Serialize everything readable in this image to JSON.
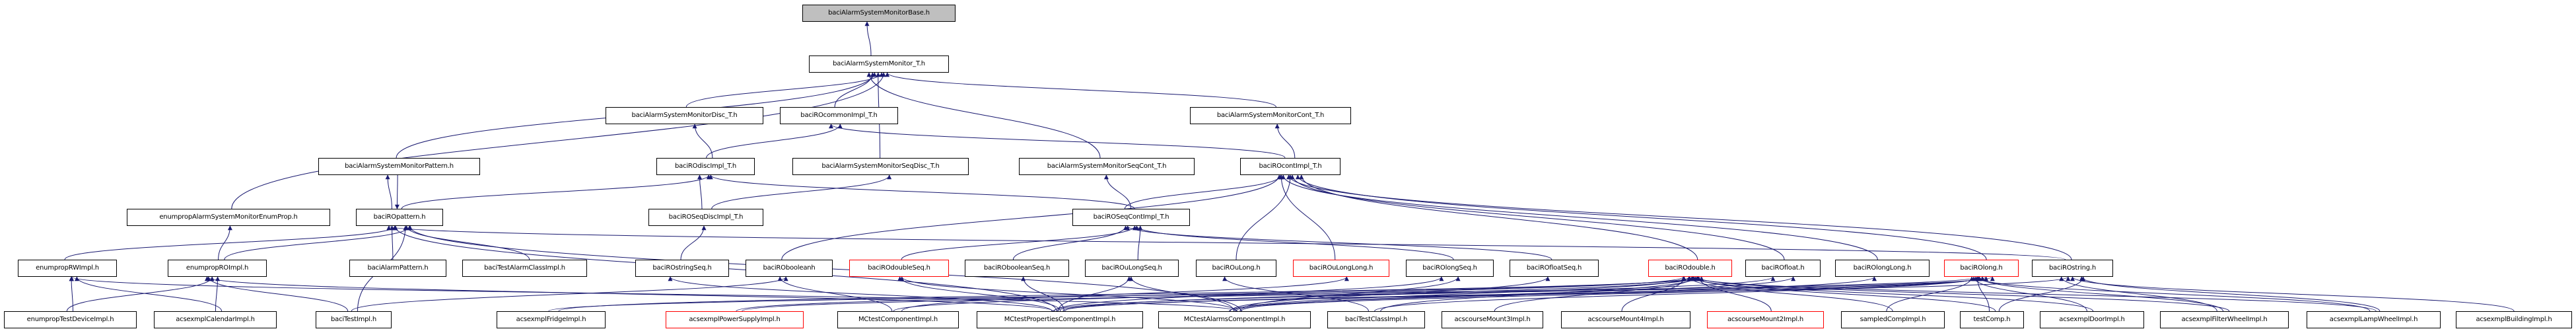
{
  "graph": {
    "title": "baciAlarmSystemMonitorBase.h",
    "colors": {
      "edge": "#191970",
      "node_border": "#000000",
      "root_fill": "#bfbfbf",
      "incomplete_border": "#ff0000"
    },
    "nodes": [
      {
        "id": "base",
        "label": "baciAlarmSystemMonitorBase.h",
        "root": true
      },
      {
        "id": "monT",
        "label": "baciAlarmSystemMonitor_T.h"
      },
      {
        "id": "monDisc",
        "label": "baciAlarmSystemMonitorDisc_T.h"
      },
      {
        "id": "roCommon",
        "label": "baciROcommonImpl_T.h"
      },
      {
        "id": "monCont",
        "label": "baciAlarmSystemMonitorCont_T.h"
      },
      {
        "id": "monPattern",
        "label": "baciAlarmSystemMonitorPattern.h"
      },
      {
        "id": "roDisc",
        "label": "baciROdiscImpl_T.h"
      },
      {
        "id": "monSeqDisc",
        "label": "baciAlarmSystemMonitorSeqDisc_T.h"
      },
      {
        "id": "monSeqCont",
        "label": "baciAlarmSystemMonitorSeqCont_T.h"
      },
      {
        "id": "roCont",
        "label": "baciROcontImpl_T.h"
      },
      {
        "id": "enumProp",
        "label": "enumpropAlarmSystemMonitorEnumProp.h"
      },
      {
        "id": "roPattern",
        "label": "baciROpattern.h"
      },
      {
        "id": "roSeqDisc",
        "label": "baciROSeqDiscImpl_T.h"
      },
      {
        "id": "roSeqCont",
        "label": "baciROSeqContImpl_T.h"
      },
      {
        "id": "enumRW",
        "label": "enumpropRWImpl.h"
      },
      {
        "id": "enumRO",
        "label": "enumpropROImpl.h"
      },
      {
        "id": "alarmPattern",
        "label": "baciAlarmPattern.h"
      },
      {
        "id": "testAlarmClass",
        "label": "baciTestAlarmClassImpl.h"
      },
      {
        "id": "roStringSeq",
        "label": "baciROstringSeq.h"
      },
      {
        "id": "roBoolean",
        "label": "baciRObooleanh"
      },
      {
        "id": "roDoubleSeq",
        "label": "baciROdoubleSeq.h",
        "red": true
      },
      {
        "id": "roBooleanSeq",
        "label": "baciRObooleanSeq.h"
      },
      {
        "id": "roULongSeq",
        "label": "baciROuLongSeq.h"
      },
      {
        "id": "roULong",
        "label": "baciROuLong.h"
      },
      {
        "id": "roULongLong",
        "label": "baciROuLongLong.h",
        "red": true
      },
      {
        "id": "roLongSeq",
        "label": "baciROlongSeq.h"
      },
      {
        "id": "roFloatSeq",
        "label": "baciROfloatSeq.h"
      },
      {
        "id": "roDouble",
        "label": "baciROdouble.h",
        "red": true
      },
      {
        "id": "roFloat",
        "label": "baciROfloat.h"
      },
      {
        "id": "roLongLong",
        "label": "baciROlongLong.h"
      },
      {
        "id": "roLong",
        "label": "baciROlong.h",
        "red": true
      },
      {
        "id": "roString",
        "label": "baciROstring.h"
      },
      {
        "id": "enumTestDevice",
        "label": "enumpropTestDeviceImpl.h"
      },
      {
        "id": "calendar",
        "label": "acsexmplCalendarImpl.h"
      },
      {
        "id": "testImpl",
        "label": "baciTestImpl.h"
      },
      {
        "id": "fridge",
        "label": "acsexmplFridgeImpl.h"
      },
      {
        "id": "powerSupply",
        "label": "acsexmplPowerSupplyImpl.h",
        "red": true
      },
      {
        "id": "mcComp",
        "label": "MCtestComponentImpl.h"
      },
      {
        "id": "mcProps",
        "label": "MCtestPropertiesComponentImpl.h"
      },
      {
        "id": "mcAlarms",
        "label": "MCtestAlarmsComponentImpl.h"
      },
      {
        "id": "testClass",
        "label": "baciTestClassImpl.h"
      },
      {
        "id": "mount3",
        "label": "acscourseMount3Impl.h"
      },
      {
        "id": "mount4",
        "label": "acscourseMount4Impl.h"
      },
      {
        "id": "mount2",
        "label": "acscourseMount2Impl.h",
        "red": true
      },
      {
        "id": "sampled",
        "label": "sampledCompImpl.h"
      },
      {
        "id": "testComp",
        "label": "testComp.h"
      },
      {
        "id": "door",
        "label": "acsexmplDoorImpl.h"
      },
      {
        "id": "filterWheel",
        "label": "acsexmplFilterWheelImpl.h"
      },
      {
        "id": "lampWheel",
        "label": "acsexmplLampWheelImpl.h"
      },
      {
        "id": "building",
        "label": "acsexmplBuildingImpl.h"
      }
    ],
    "edges": [
      [
        "monT",
        "base"
      ],
      [
        "monDisc",
        "monT"
      ],
      [
        "roCommon",
        "monT"
      ],
      [
        "monCont",
        "monT"
      ],
      [
        "monSeqDisc",
        "monT"
      ],
      [
        "monSeqCont",
        "monT"
      ],
      [
        "enumProp",
        "monT"
      ],
      [
        "monPattern",
        "monT"
      ],
      [
        "roDisc",
        "monDisc"
      ],
      [
        "roDisc",
        "roCommon"
      ],
      [
        "roCont",
        "roCommon"
      ],
      [
        "roCont",
        "monCont"
      ],
      [
        "monPattern",
        "roPattern"
      ],
      [
        "roPattern",
        "monPattern"
      ],
      [
        "roPattern",
        "roDisc"
      ],
      [
        "roSeqDisc",
        "roDisc"
      ],
      [
        "roSeqDisc",
        "monSeqDisc"
      ],
      [
        "roSeqCont",
        "monSeqCont"
      ],
      [
        "roSeqCont",
        "roCont"
      ],
      [
        "roSeqCont",
        "roDisc"
      ],
      [
        "enumRW",
        "roPattern"
      ],
      [
        "enumRO",
        "roPattern"
      ],
      [
        "enumRO",
        "enumProp"
      ],
      [
        "alarmPattern",
        "roPattern"
      ],
      [
        "testAlarmClass",
        "roPattern"
      ],
      [
        "roStringSeq",
        "roSeqDisc"
      ],
      [
        "roBoolean",
        "roCont"
      ],
      [
        "roDoubleSeq",
        "roSeqCont"
      ],
      [
        "roBooleanSeq",
        "roSeqCont"
      ],
      [
        "roULongSeq",
        "roSeqCont"
      ],
      [
        "roULong",
        "roCont"
      ],
      [
        "roULongLong",
        "roCont"
      ],
      [
        "roLongSeq",
        "roSeqCont"
      ],
      [
        "roFloatSeq",
        "roSeqCont"
      ],
      [
        "roDouble",
        "roCont"
      ],
      [
        "roFloat",
        "roCont"
      ],
      [
        "roLongLong",
        "roCont"
      ],
      [
        "roLong",
        "roCont"
      ],
      [
        "roString",
        "roCont"
      ],
      [
        "roString",
        "roPattern"
      ],
      [
        "enumTestDevice",
        "enumRW"
      ],
      [
        "enumTestDevice",
        "enumRO"
      ],
      [
        "calendar",
        "enumRW"
      ],
      [
        "calendar",
        "enumRO"
      ],
      [
        "testImpl",
        "enumRO"
      ],
      [
        "testImpl",
        "roPattern"
      ],
      [
        "testImpl",
        "roBoolean"
      ],
      [
        "fridge",
        "roDouble"
      ],
      [
        "powerSupply",
        "roDouble"
      ],
      [
        "mcComp",
        "roDouble"
      ],
      [
        "mcProps",
        "roDouble"
      ],
      [
        "mcAlarms",
        "roDouble"
      ],
      [
        "mcProps",
        "enumRO"
      ],
      [
        "mcAlarms",
        "enumRW"
      ],
      [
        "mcProps",
        "roPattern"
      ],
      [
        "mcAlarms",
        "roPattern"
      ],
      [
        "mcProps",
        "roDoubleSeq"
      ],
      [
        "mcProps",
        "roLongSeq"
      ],
      [
        "mcProps",
        "roBooleanSeq"
      ],
      [
        "mcProps",
        "roULongSeq"
      ],
      [
        "mcProps",
        "roStringSeq"
      ],
      [
        "mcAlarms",
        "roDoubleSeq"
      ],
      [
        "mcAlarms",
        "roFloatSeq"
      ],
      [
        "mcAlarms",
        "roLongSeq"
      ],
      [
        "mcAlarms",
        "roULongSeq"
      ],
      [
        "mcProps",
        "roFloat"
      ],
      [
        "mcProps",
        "roLong"
      ],
      [
        "mcProps",
        "roString"
      ],
      [
        "mcAlarms",
        "roFloat"
      ],
      [
        "mcAlarms",
        "roLong"
      ],
      [
        "mcAlarms",
        "roLongLong"
      ],
      [
        "testClass",
        "roDouble"
      ],
      [
        "testClass",
        "roLong"
      ],
      [
        "testClass",
        "roULong"
      ],
      [
        "mount3",
        "roDouble"
      ],
      [
        "mount4",
        "roDouble"
      ],
      [
        "mount2",
        "roDouble"
      ],
      [
        "sampled",
        "roDouble"
      ],
      [
        "sampled",
        "roLong"
      ],
      [
        "testComp",
        "roDouble"
      ],
      [
        "testComp",
        "roLong"
      ],
      [
        "testComp",
        "roString"
      ],
      [
        "door",
        "roDouble"
      ],
      [
        "door",
        "roLong"
      ],
      [
        "filterWheel",
        "roDouble"
      ],
      [
        "filterWheel",
        "roLong"
      ],
      [
        "filterWheel",
        "roString"
      ],
      [
        "lampWheel",
        "roDouble"
      ],
      [
        "lampWheel",
        "roLong"
      ],
      [
        "lampWheel",
        "roString"
      ],
      [
        "building",
        "roString"
      ],
      [
        "mcComp",
        "roBoolean"
      ],
      [
        "mcComp",
        "roULongLong"
      ],
      [
        "fridge",
        "roLong"
      ],
      [
        "powerSupply",
        "roLong"
      ]
    ]
  }
}
